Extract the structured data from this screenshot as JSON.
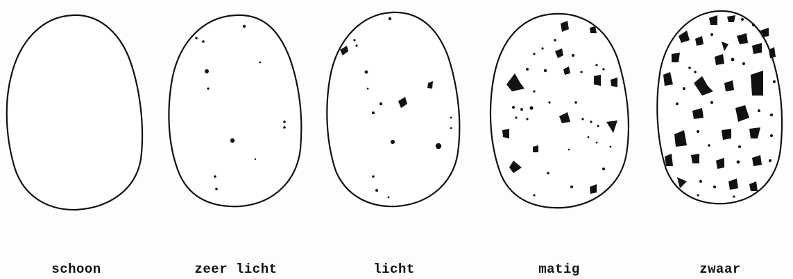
{
  "figure": {
    "categories": [
      {
        "label": "schoon"
      },
      {
        "label": "zeer licht"
      },
      {
        "label": "licht"
      },
      {
        "label": "matig"
      },
      {
        "label": "zwaar"
      }
    ]
  }
}
